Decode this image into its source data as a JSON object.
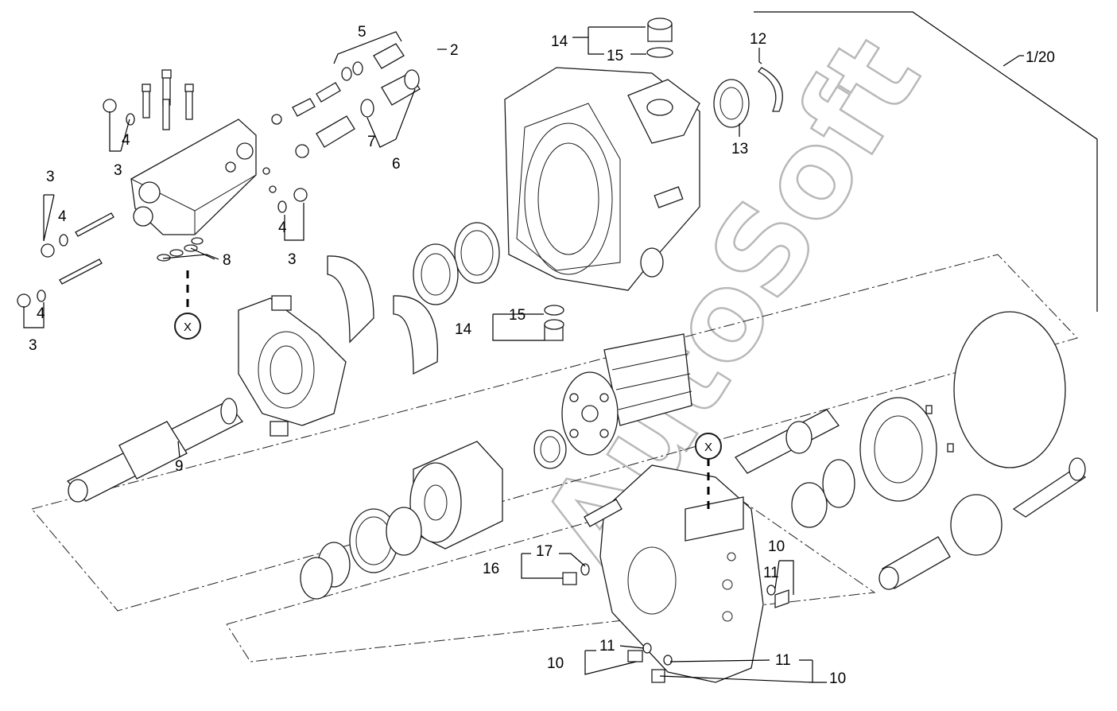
{
  "callouts": {
    "c1_20": "1/20",
    "c2": "2",
    "c3a": "3",
    "c3b": "3",
    "c3c": "3",
    "c3d": "3",
    "c4a": "4",
    "c4b": "4",
    "c4c": "4",
    "c4d": "4",
    "c5": "5",
    "c6": "6",
    "c7": "7",
    "c8": "8",
    "c9": "9",
    "c10a": "10",
    "c10b": "10",
    "c10c": "10",
    "c11a": "11",
    "c11b": "11",
    "c11c": "11",
    "c12": "12",
    "c13": "13",
    "c14a": "14",
    "c14b": "14",
    "c15a": "15",
    "c15b": "15",
    "c16": "16",
    "c17": "17"
  },
  "markers": {
    "x1": "X",
    "x2": "X"
  },
  "watermark": {
    "text": "AutoSoft"
  }
}
